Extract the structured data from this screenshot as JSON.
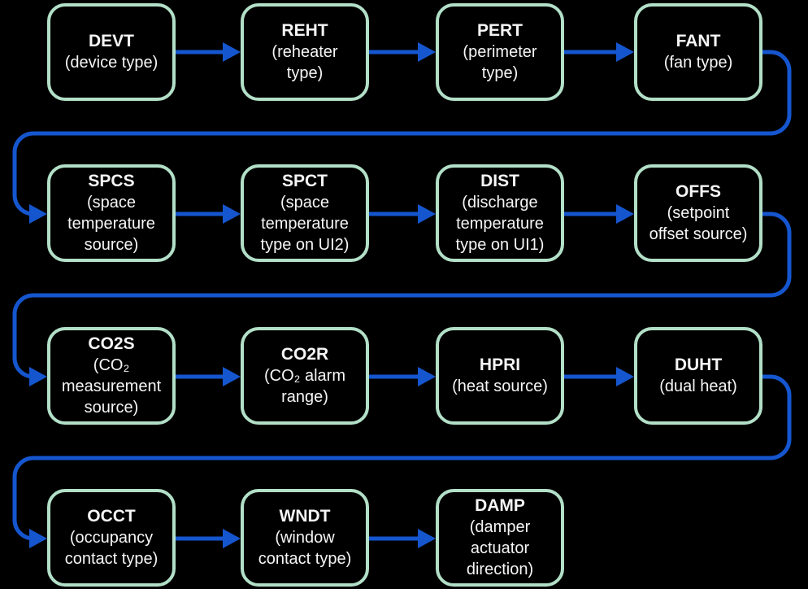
{
  "diagram": {
    "title": "parameter-configuration-sequence-flowchart",
    "colors": {
      "background": "#000000",
      "box_border": "#b2dfc7",
      "box_fill": "#000000",
      "arrow": "#1556cf",
      "text": "#f5f5f5"
    },
    "flow_order": [
      "DEVT",
      "REHT",
      "PERT",
      "FANT",
      "SPCS",
      "SPCT",
      "DIST",
      "OFFS",
      "CO2S",
      "CO2R",
      "HPRI",
      "DUHT",
      "OCCT",
      "WNDT",
      "DAMP"
    ]
  },
  "nodes": [
    {
      "code": "DEVT",
      "desc": "(device type)"
    },
    {
      "code": "REHT",
      "desc": "(reheater type)"
    },
    {
      "code": "PERT",
      "desc": "(perimeter type)"
    },
    {
      "code": "FANT",
      "desc": "(fan type)"
    },
    {
      "code": "SPCS",
      "desc": "(space temperature source)"
    },
    {
      "code": "SPCT",
      "desc": "(space temperature type on UI2)"
    },
    {
      "code": "DIST",
      "desc": "(discharge temperature type on UI1)"
    },
    {
      "code": "OFFS",
      "desc": "(setpoint offset source)"
    },
    {
      "code": "CO2S",
      "desc": "(CO₂ measurement source)"
    },
    {
      "code": "CO2R",
      "desc": "(CO₂ alarm range)"
    },
    {
      "code": "HPRI",
      "desc": "(heat source)"
    },
    {
      "code": "DUHT",
      "desc": "(dual heat)"
    },
    {
      "code": "OCCT",
      "desc": "(occupancy contact type)"
    },
    {
      "code": "WNDT",
      "desc": "(window contact type)"
    },
    {
      "code": "DAMP",
      "desc": "(damper actuator direction)"
    }
  ]
}
